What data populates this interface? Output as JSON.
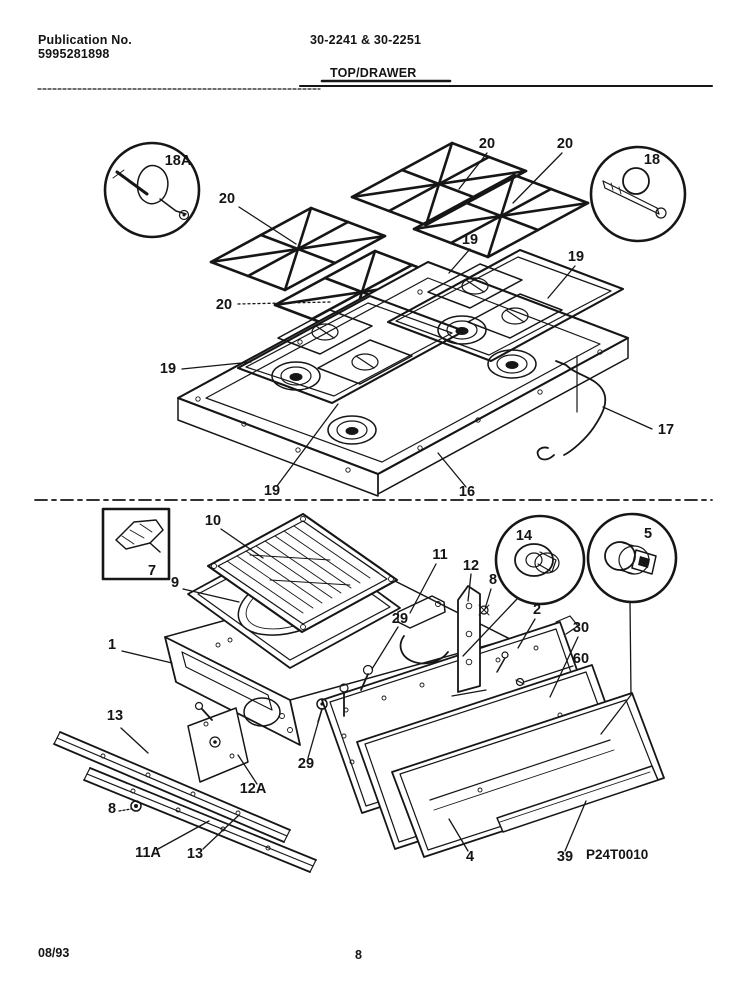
{
  "header": {
    "publication_label": "Publication No.",
    "publication_number": "5995281898",
    "model_numbers": "30-2241 & 30-2251",
    "section_title": "TOP/DRAWER"
  },
  "diagram": {
    "code": "P24T0010",
    "callouts": [
      "18A",
      "20",
      "20",
      "20",
      "18",
      "19",
      "19",
      "20",
      "19",
      "17",
      "19",
      "16",
      "7",
      "10",
      "14",
      "5",
      "11",
      "12",
      "9",
      "8",
      "2",
      "30",
      "60",
      "1",
      "29",
      "13",
      "12A",
      "29",
      "8",
      "11A",
      "13",
      "4",
      "39"
    ]
  },
  "footer": {
    "date": "08/93",
    "page_number": "8"
  },
  "colors": {
    "ink": "#161616",
    "paper": "#ffffff"
  }
}
